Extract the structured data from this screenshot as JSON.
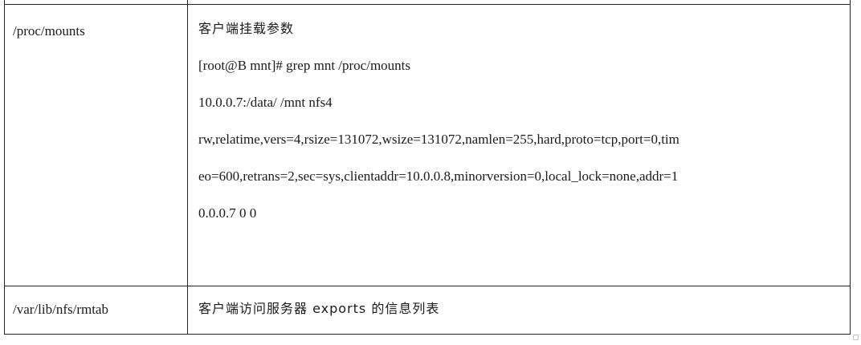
{
  "table": {
    "rows": [
      {
        "path": "/proc/mounts",
        "description_lines": [
          "客户端挂载参数",
          "[root@B mnt]# grep mnt /proc/mounts",
          "10.0.0.7:/data/ /mnt nfs4",
          "rw,relatime,vers=4,rsize=131072,wsize=131072,namlen=255,hard,proto=tcp,port=0,tim",
          "eo=600,retrans=2,sec=sys,clientaddr=10.0.0.8,minorversion=0,local_lock=none,addr=1",
          "0.0.0.7 0 0"
        ]
      },
      {
        "path": "/var/lib/nfs/rmtab",
        "description_lines": [
          "客户端访问服务器 exports 的信息列表"
        ]
      }
    ]
  }
}
